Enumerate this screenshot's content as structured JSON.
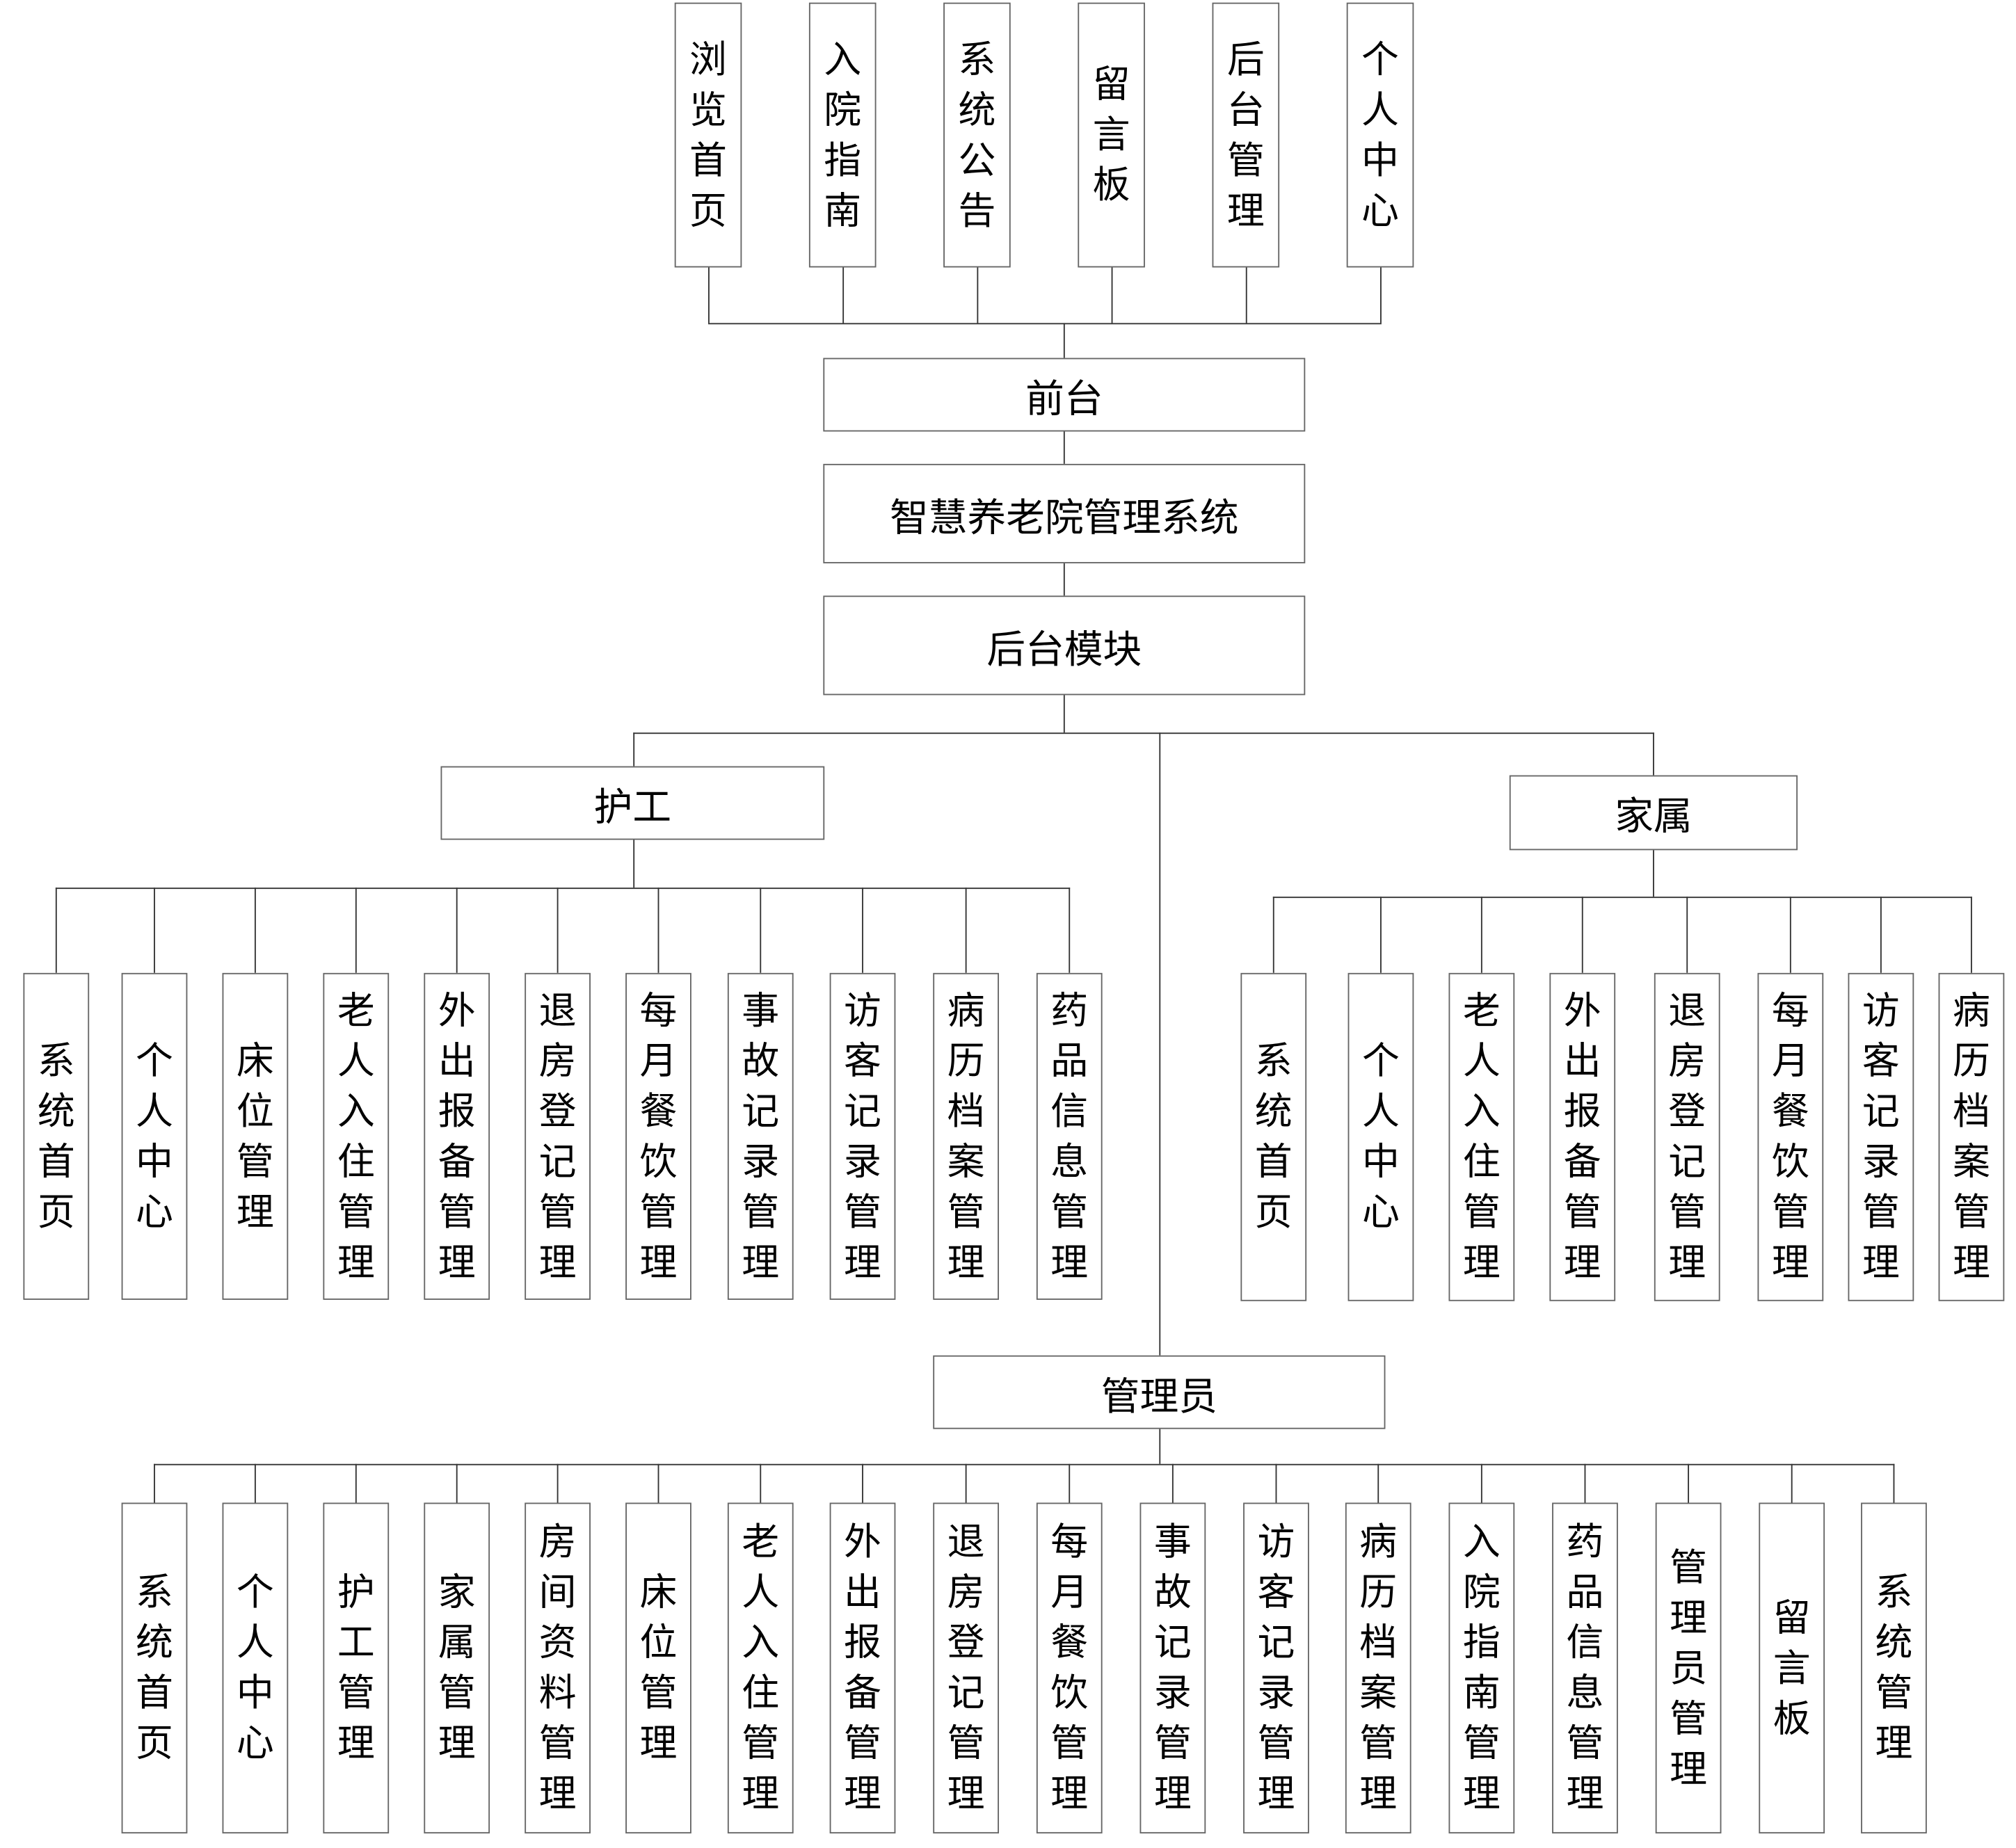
{
  "frontend_pages": [
    "浏览首页",
    "入院指南",
    "系统公告",
    "留言板",
    "后台管理",
    "个人中心"
  ],
  "frontend": "前台",
  "system": "智慧养老院管理系统",
  "backend": "后台模块",
  "nurse": {
    "title": "护工",
    "items": [
      "系统首页",
      "个人中心",
      "床位管理",
      "老人入住管理",
      "外出报备管理",
      "退房登记管理",
      "每月餐饮管理",
      "事故记录管理",
      "访客记录管理",
      "病历档案管理",
      "药品信息管理"
    ]
  },
  "family": {
    "title": "家属",
    "items": [
      "系统首页",
      "个人中心",
      "老人入住管理",
      "外出报备管理",
      "退房登记管理",
      "每月餐饮管理",
      "访客记录管理",
      "病历档案管理"
    ]
  },
  "admin": {
    "title": "管理员",
    "items": [
      "系统首页",
      "个人中心",
      "护工管理",
      "家属管理",
      "房间资料管理",
      "床位管理",
      "老人入住管理",
      "外出报备管理",
      "退房登记管理",
      "每月餐饮管理",
      "事故记录管理",
      "访客记录管理",
      "病历档案管理",
      "入院指南管理",
      "药品信息管理",
      "管理员管理",
      "留言板",
      "系统管理"
    ]
  }
}
